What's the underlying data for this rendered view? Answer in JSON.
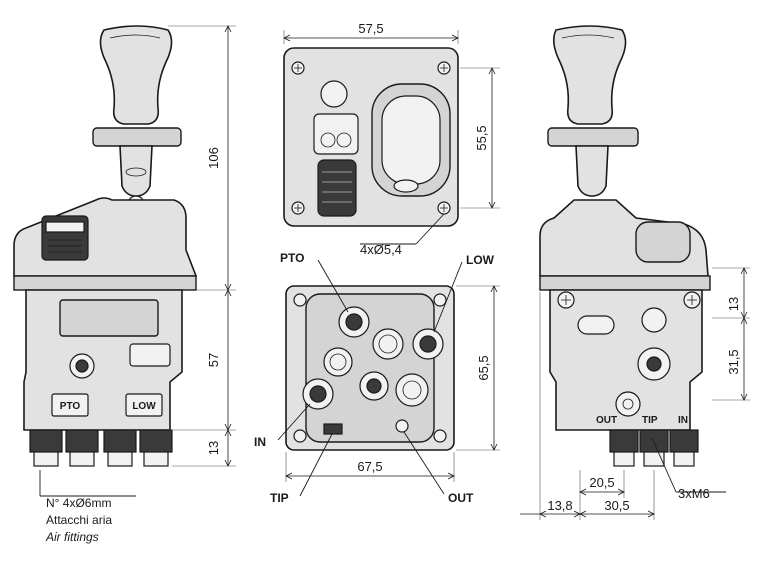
{
  "dimensions": {
    "total_height": "106",
    "lower_body_height": "57",
    "fitting_height": "13",
    "top_width": "57,5",
    "top_depth": "55,5",
    "mount_holes": "4xØ5,4",
    "bottom_height": "65,5",
    "bottom_width": "67,5",
    "right_13": "13",
    "right_31_5": "31,5",
    "right_20_5": "20,5",
    "right_13_8": "13,8",
    "right_30_5": "30,5",
    "right_threads": "3xM6"
  },
  "ports": {
    "pto": "PTO",
    "low": "LOW",
    "in": "IN",
    "tip": "TIP",
    "out": "OUT"
  },
  "front_badges": {
    "pto": "PTO",
    "low": "LOW"
  },
  "side_labels": {
    "out": "OUT",
    "tip": "TIP",
    "in": "IN"
  },
  "note": {
    "line1": "N° 4xØ6mm",
    "line2": "Attacchi aria",
    "line3": "Air fittings"
  }
}
